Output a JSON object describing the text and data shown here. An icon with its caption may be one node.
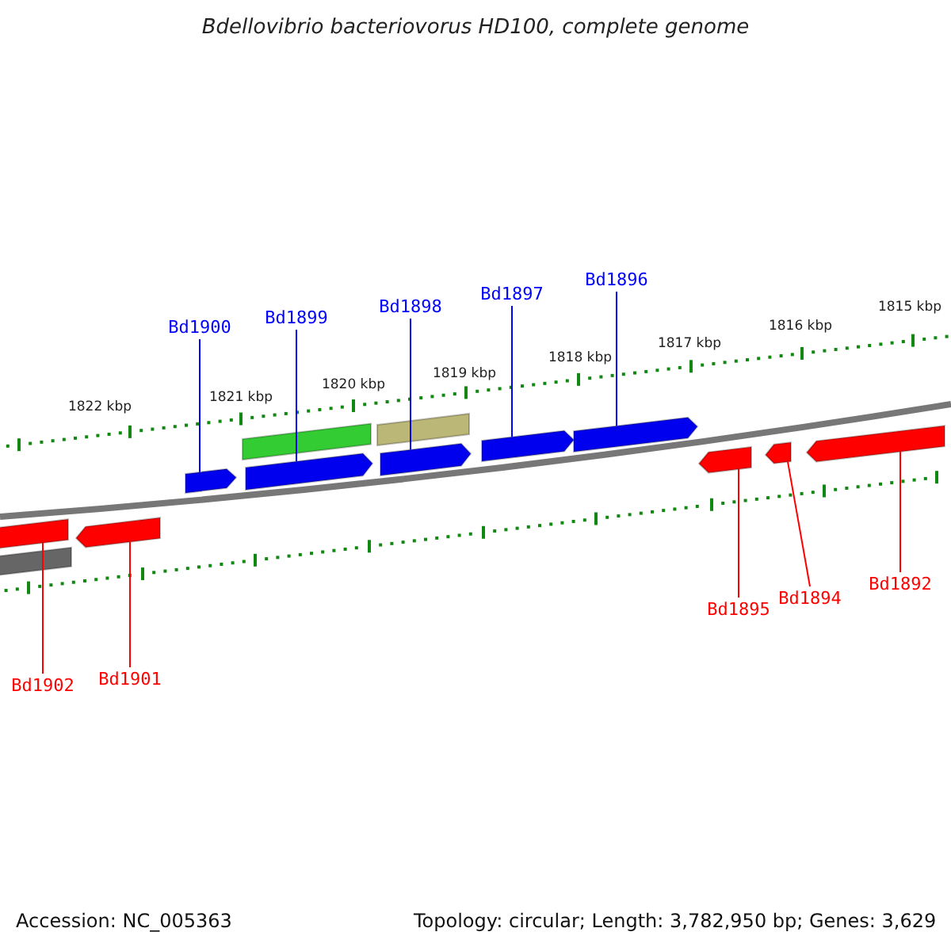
{
  "diagram": {
    "title": "Bdellovibrio bacteriovorus HD100, complete genome",
    "nodes": [
      {
        "text": [
          "Bd1900"
        ]
      },
      {
        "text": [
          "Bd1899"
        ]
      },
      {
        "text": [
          "Bd1898"
        ]
      },
      {
        "text": [
          "Bd1897"
        ]
      },
      {
        "text": [
          "Bd1896"
        ]
      },
      {
        "text": [],
        "shape": "bar"
      },
      {
        "text": [],
        "shape": "bar"
      },
      {
        "text": [],
        "shape": "arrow"
      },
      {
        "text": [],
        "shape": "arrow"
      },
      {
        "text": [],
        "shape": "arrow"
      },
      {
        "text": [],
        "shape": "arrow"
      },
      {
        "text": [],
        "shape": "arrow"
      },
      {
        "text": [],
        "shape": "bar"
      },
      {
        "text": [],
        "shape": "arrow"
      },
      {
        "text": [],
        "shape": "arrow"
      },
      {
        "text": [],
        "shape": "arrow"
      },
      {
        "text": [],
        "shape": "arrow"
      },
      {
        "text": [],
        "shape": "bar"
      },
      {
        "text": [
          "Bd1902"
        ]
      },
      {
        "text": [
          "Bd1901"
        ]
      },
      {
        "text": [
          "Bd1895"
        ]
      },
      {
        "text": [
          "Bd1894"
        ]
      },
      {
        "text": [
          "Bd1892"
        ]
      }
    ],
    "edges": [
      {
        "from": 0,
        "to": 7,
        "arrow": "none",
        "color": "#0000ff"
      },
      {
        "from": 1,
        "to": 8,
        "arrow": "none",
        "color": "#0000ff"
      },
      {
        "from": 2,
        "to": 9,
        "arrow": "none",
        "color": "#0000ff"
      },
      {
        "from": 3,
        "to": 10,
        "arrow": "none",
        "color": "#0000ff"
      },
      {
        "from": 4,
        "to": 11,
        "arrow": "none",
        "color": "#0000ff"
      },
      {
        "from": 18,
        "to": 12,
        "arrow": "none",
        "color": "#ff0000"
      },
      {
        "from": 19,
        "to": 13,
        "arrow": "none",
        "color": "#ff0000"
      },
      {
        "from": 20,
        "to": 14,
        "arrow": "none",
        "color": "#ff0000"
      },
      {
        "from": 21,
        "to": 15,
        "arrow": "none",
        "color": "#ff0000"
      },
      {
        "from": 22,
        "to": 16,
        "arrow": "none",
        "color": "#ff0000"
      }
    ],
    "labels": [
      "1822 kbp",
      "1821 kbp",
      "1820 kbp",
      "1819 kbp",
      "1818 kbp",
      "1817 kbp",
      "1816 kbp",
      "1815 kbp",
      "Accession: NC_005363",
      "Topology: circular; Length: 3,782,950 bp; Genes: 3,629"
    ]
  }
}
